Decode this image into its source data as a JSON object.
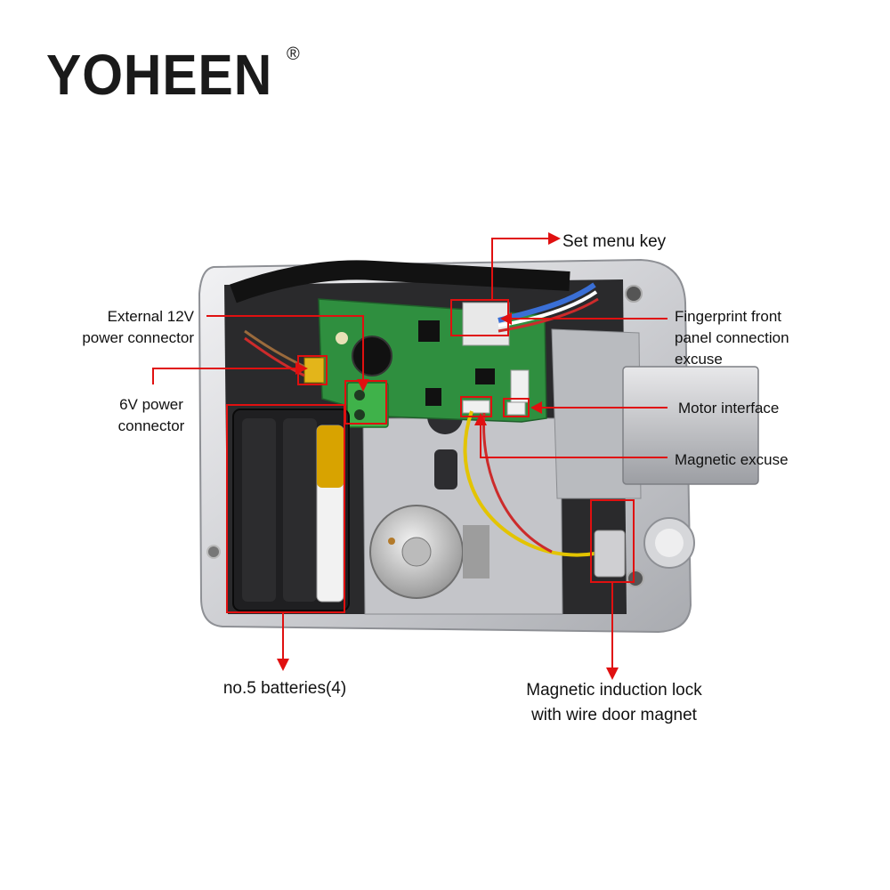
{
  "brand": {
    "name": "YOHEEN",
    "registered_mark": "®"
  },
  "colors": {
    "callout": "#e01010",
    "housing": "#d9d9dc",
    "pcb": "#2f8f3f",
    "battery": "#222222",
    "terminal": "#3fb24a"
  },
  "labels": {
    "set_menu_key": "Set menu key",
    "external_12v_line1": "External 12V",
    "external_12v_line2": "power connector",
    "fingerprint_line1": "Fingerprint front",
    "fingerprint_line2": "panel connection",
    "fingerprint_line3": "excuse",
    "six_v_line1": "6V power",
    "six_v_line2": "connector",
    "motor_interface": "Motor interface",
    "magnetic_excuse": "Magnetic excuse",
    "batteries": "no.5 batteries(4)",
    "magnetic_lock_line1": "Magnetic induction lock",
    "magnetic_lock_line2": "with wire door magnet"
  }
}
